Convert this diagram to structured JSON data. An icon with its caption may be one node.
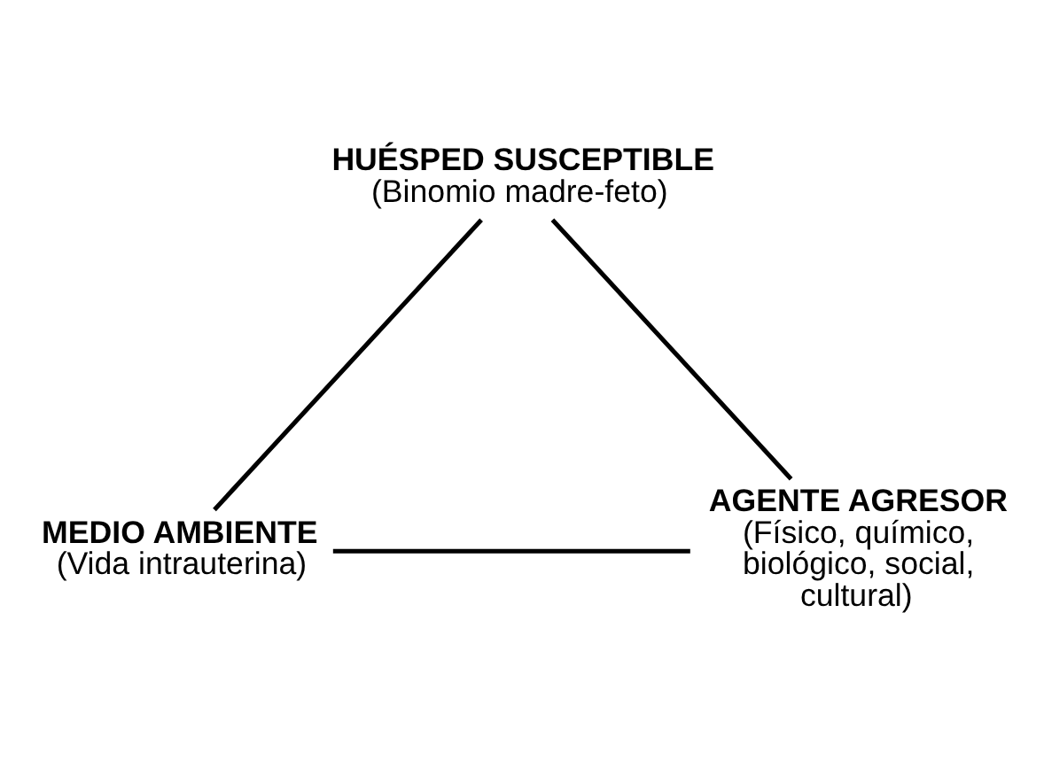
{
  "diagram": {
    "nodes": [
      {
        "text": [
          "HUÉSPED SUSCEPTIBLE",
          "(Binomio madre-feto)"
        ]
      },
      {
        "text": [
          "MEDIO AMBIENTE",
          "(Vida intrauterina)"
        ]
      },
      {
        "text": [
          "AGENTE AGRESOR",
          "(Físico, químico, biológico, social, cultural)"
        ]
      }
    ],
    "edges": [
      {
        "from": 0,
        "to": 1,
        "arrow": "none"
      },
      {
        "from": 0,
        "to": 2,
        "arrow": "none"
      },
      {
        "from": 1,
        "to": 2,
        "arrow": "none"
      }
    ]
  }
}
